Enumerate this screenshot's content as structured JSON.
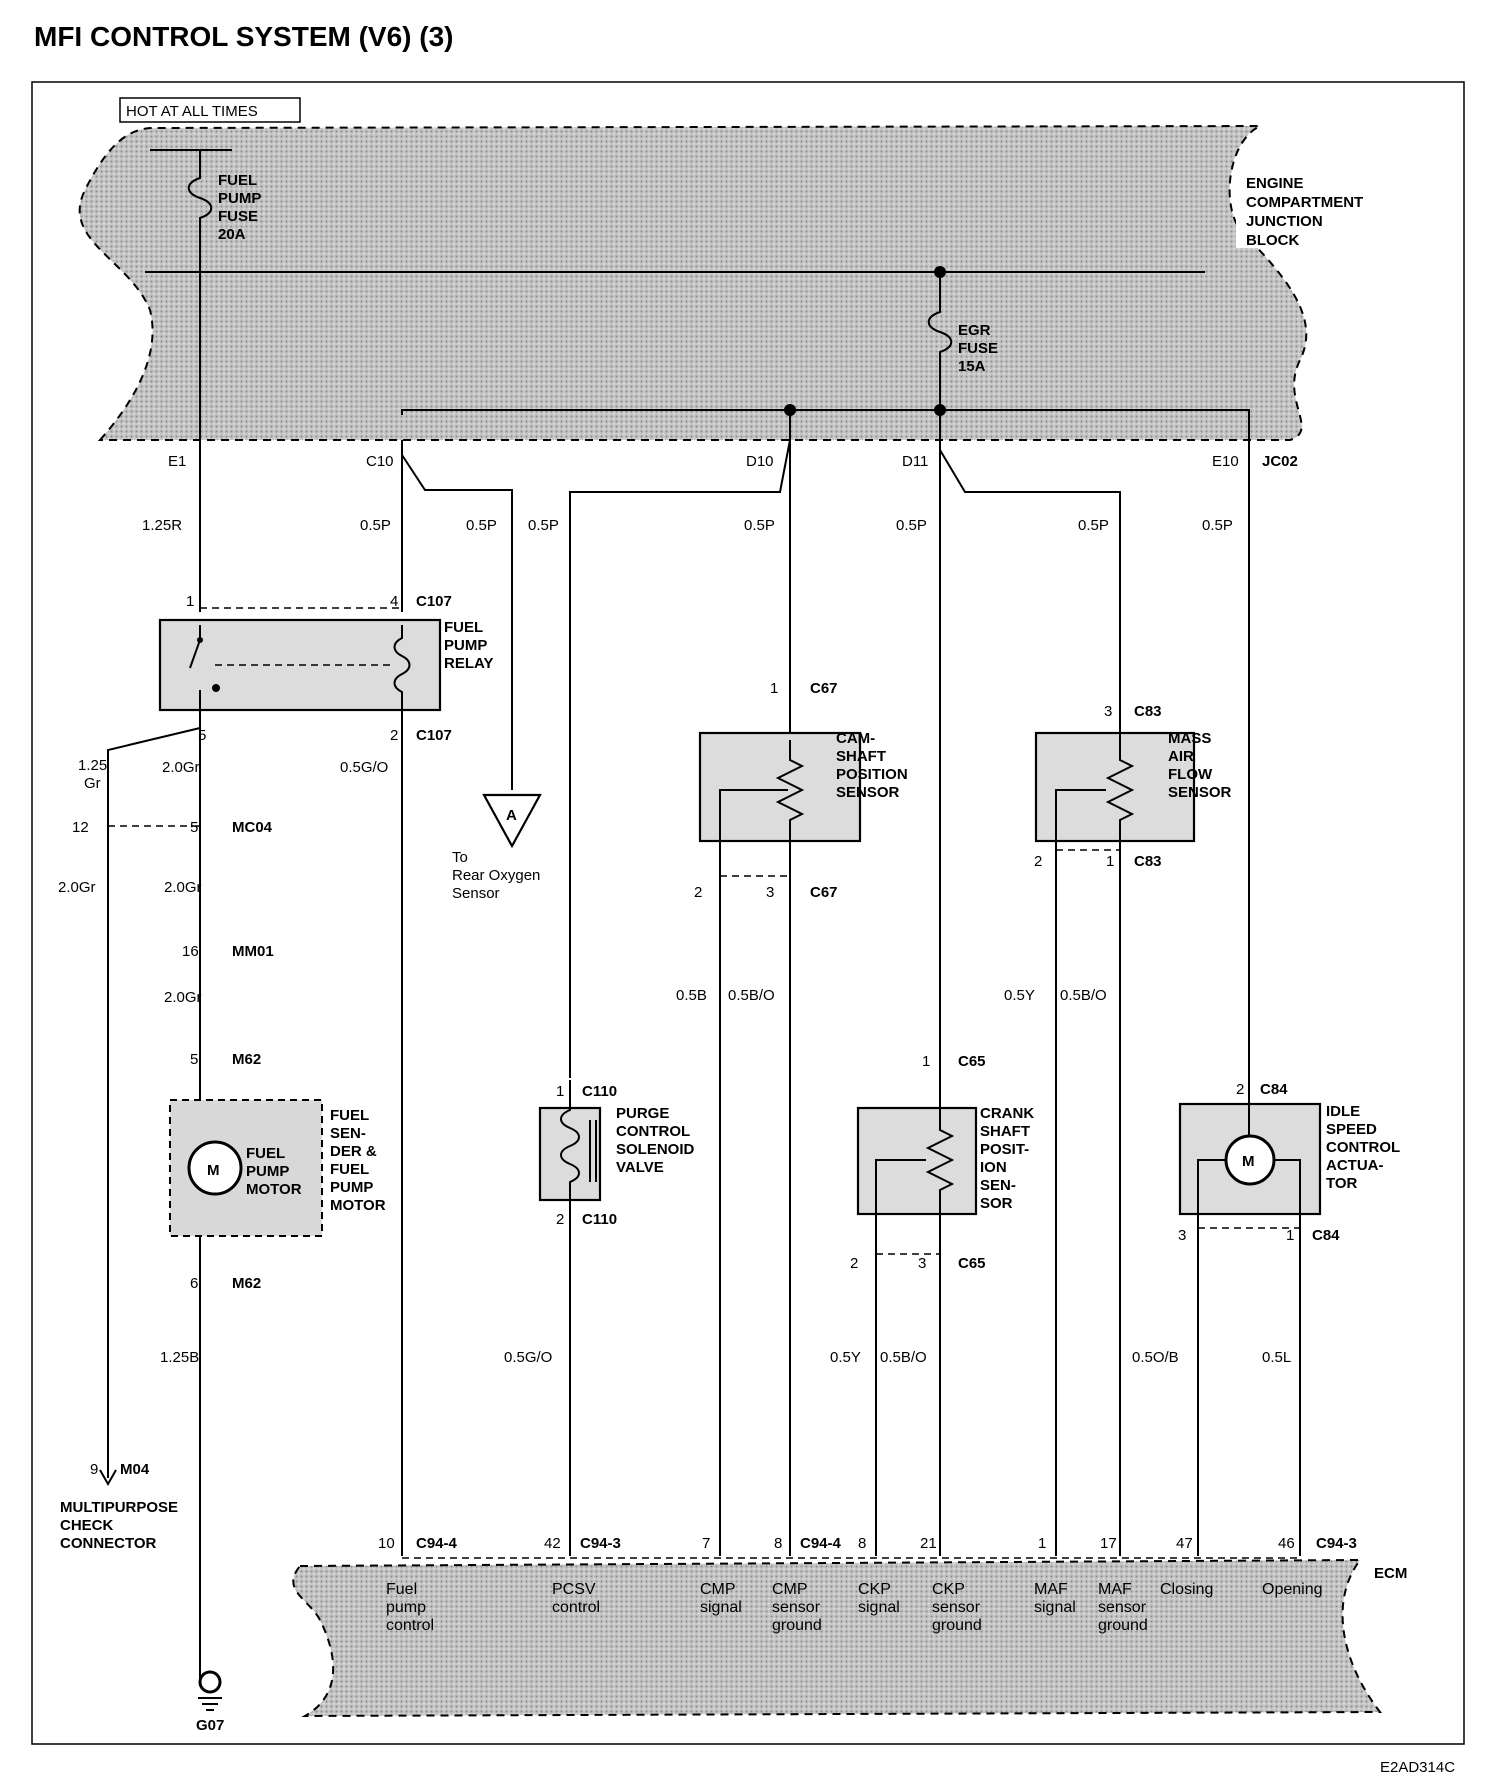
{
  "title": "MFI CONTROL SYSTEM (V6) (3)",
  "hot_at_all_times": "HOT AT ALL TIMES",
  "junction_block": [
    "ENGINE",
    "COMPARTMENT",
    "JUNCTION",
    "BLOCK"
  ],
  "fuel_pump_fuse": [
    "FUEL",
    "PUMP",
    "FUSE",
    "20A"
  ],
  "egr_fuse": [
    "EGR",
    "FUSE",
    "15A"
  ],
  "jb_terminals": {
    "e1": "E1",
    "c10": "C10",
    "d10": "D10",
    "d11": "D11",
    "e10": "E10",
    "jc02": "JC02"
  },
  "wires": {
    "w125r": "1.25R",
    "p1": "0.5P",
    "p2": "0.5P",
    "p3": "0.5P",
    "p4": "0.5P",
    "p5": "0.5P",
    "p6": "0.5P",
    "p7": "0.5P",
    "w125gr": [
      "1.25",
      "Gr"
    ],
    "gr1": "2.0Gr",
    "gr2": "2.0Gr",
    "gr3": "2.0Gr",
    "gr4": "2.0Gr",
    "go1": "0.5G/O",
    "go2": "0.5G/O",
    "cmp_b": "0.5B",
    "cmp_bo": "0.5B/O",
    "maf_y": "0.5Y",
    "maf_bo": "0.5B/O",
    "ckp_y": "0.5Y",
    "ckp_bo": "0.5B/O",
    "isc_ob": "0.5O/B",
    "isc_l": "0.5L",
    "w125b": "1.25B"
  },
  "pins": {
    "c107_1": "1",
    "c107_4": "4",
    "c107_5": "5",
    "c107_2": "2",
    "mc04_12": "12",
    "mc04_5": "5",
    "mm01_16": "16",
    "m62_5": "5",
    "m62_6": "6",
    "m04_9": "9",
    "c67_1": "1",
    "c67_2": "2",
    "c67_3": "3",
    "c83_3": "3",
    "c83_2": "2",
    "c83_1": "1",
    "c110_1": "1",
    "c110_2": "2",
    "c65_1": "1",
    "c65_2": "2",
    "c65_3": "3",
    "c84_2": "2",
    "c84_3": "3",
    "c84_1": "1",
    "ecm_10": "10",
    "ecm_42": "42",
    "ecm_7": "7",
    "ecm_8a": "8",
    "ecm_8b": "8",
    "ecm_21": "21",
    "ecm_1": "1",
    "ecm_17": "17",
    "ecm_47": "47",
    "ecm_46": "46"
  },
  "connectors": {
    "c107a": "C107",
    "c107b": "C107",
    "mc04": "MC04",
    "mm01": "MM01",
    "m62a": "M62",
    "m62b": "M62",
    "m04": "M04",
    "c67a": "C67",
    "c67b": "C67",
    "c83a": "C83",
    "c83b": "C83",
    "c110a": "C110",
    "c110b": "C110",
    "c65a": "C65",
    "c65b": "C65",
    "c84a": "C84",
    "c84b": "C84",
    "c94_4a": "C94-4",
    "c94_3a": "C94-3",
    "c94_4b": "C94-4",
    "c94_3b": "C94-3",
    "g07": "G07"
  },
  "components": {
    "fuel_pump_relay": [
      "FUEL",
      "PUMP",
      "RELAY"
    ],
    "to_rear_o2": [
      "To",
      "Rear Oxygen",
      "Sensor"
    ],
    "connector_a": "A",
    "camshaft_sensor": [
      "CAM-",
      "SHAFT",
      "POSITION",
      "SENSOR"
    ],
    "maf_sensor": [
      "MASS",
      "AIR",
      "FLOW",
      "SENSOR"
    ],
    "fuel_sender": [
      "FUEL",
      "SEN-",
      "DER &",
      "FUEL",
      "PUMP",
      "MOTOR"
    ],
    "fuel_pump_motor_inner": [
      "FUEL",
      "PUMP",
      "MOTOR"
    ],
    "motor_m": "M",
    "purge_valve": [
      "PURGE",
      "CONTROL",
      "SOLENOID",
      "VALVE"
    ],
    "crank_sensor": [
      "CRANK",
      "SHAFT",
      "POSIT-",
      "ION",
      "SEN-",
      "SOR"
    ],
    "idle_actuator": [
      "IDLE",
      "SPEED",
      "CONTROL",
      "ACTUA-",
      "TOR"
    ],
    "multipurpose": [
      "MULTIPURPOSE",
      "CHECK",
      "CONNECTOR"
    ]
  },
  "ecm": {
    "label": "ECM",
    "fuel_pump_control": [
      "Fuel",
      "pump",
      "control"
    ],
    "pcsv_control": [
      "PCSV",
      "control"
    ],
    "cmp_signal": [
      "CMP",
      "signal"
    ],
    "cmp_ground": [
      "CMP",
      "sensor",
      "ground"
    ],
    "ckp_signal": [
      "CKP",
      "signal"
    ],
    "ckp_ground": [
      "CKP",
      "sensor",
      "ground"
    ],
    "maf_signal": [
      "MAF",
      "signal"
    ],
    "maf_ground": [
      "MAF",
      "sensor",
      "ground"
    ],
    "closing": "Closing",
    "opening": "Opening"
  },
  "figure_code": "E2AD314C"
}
